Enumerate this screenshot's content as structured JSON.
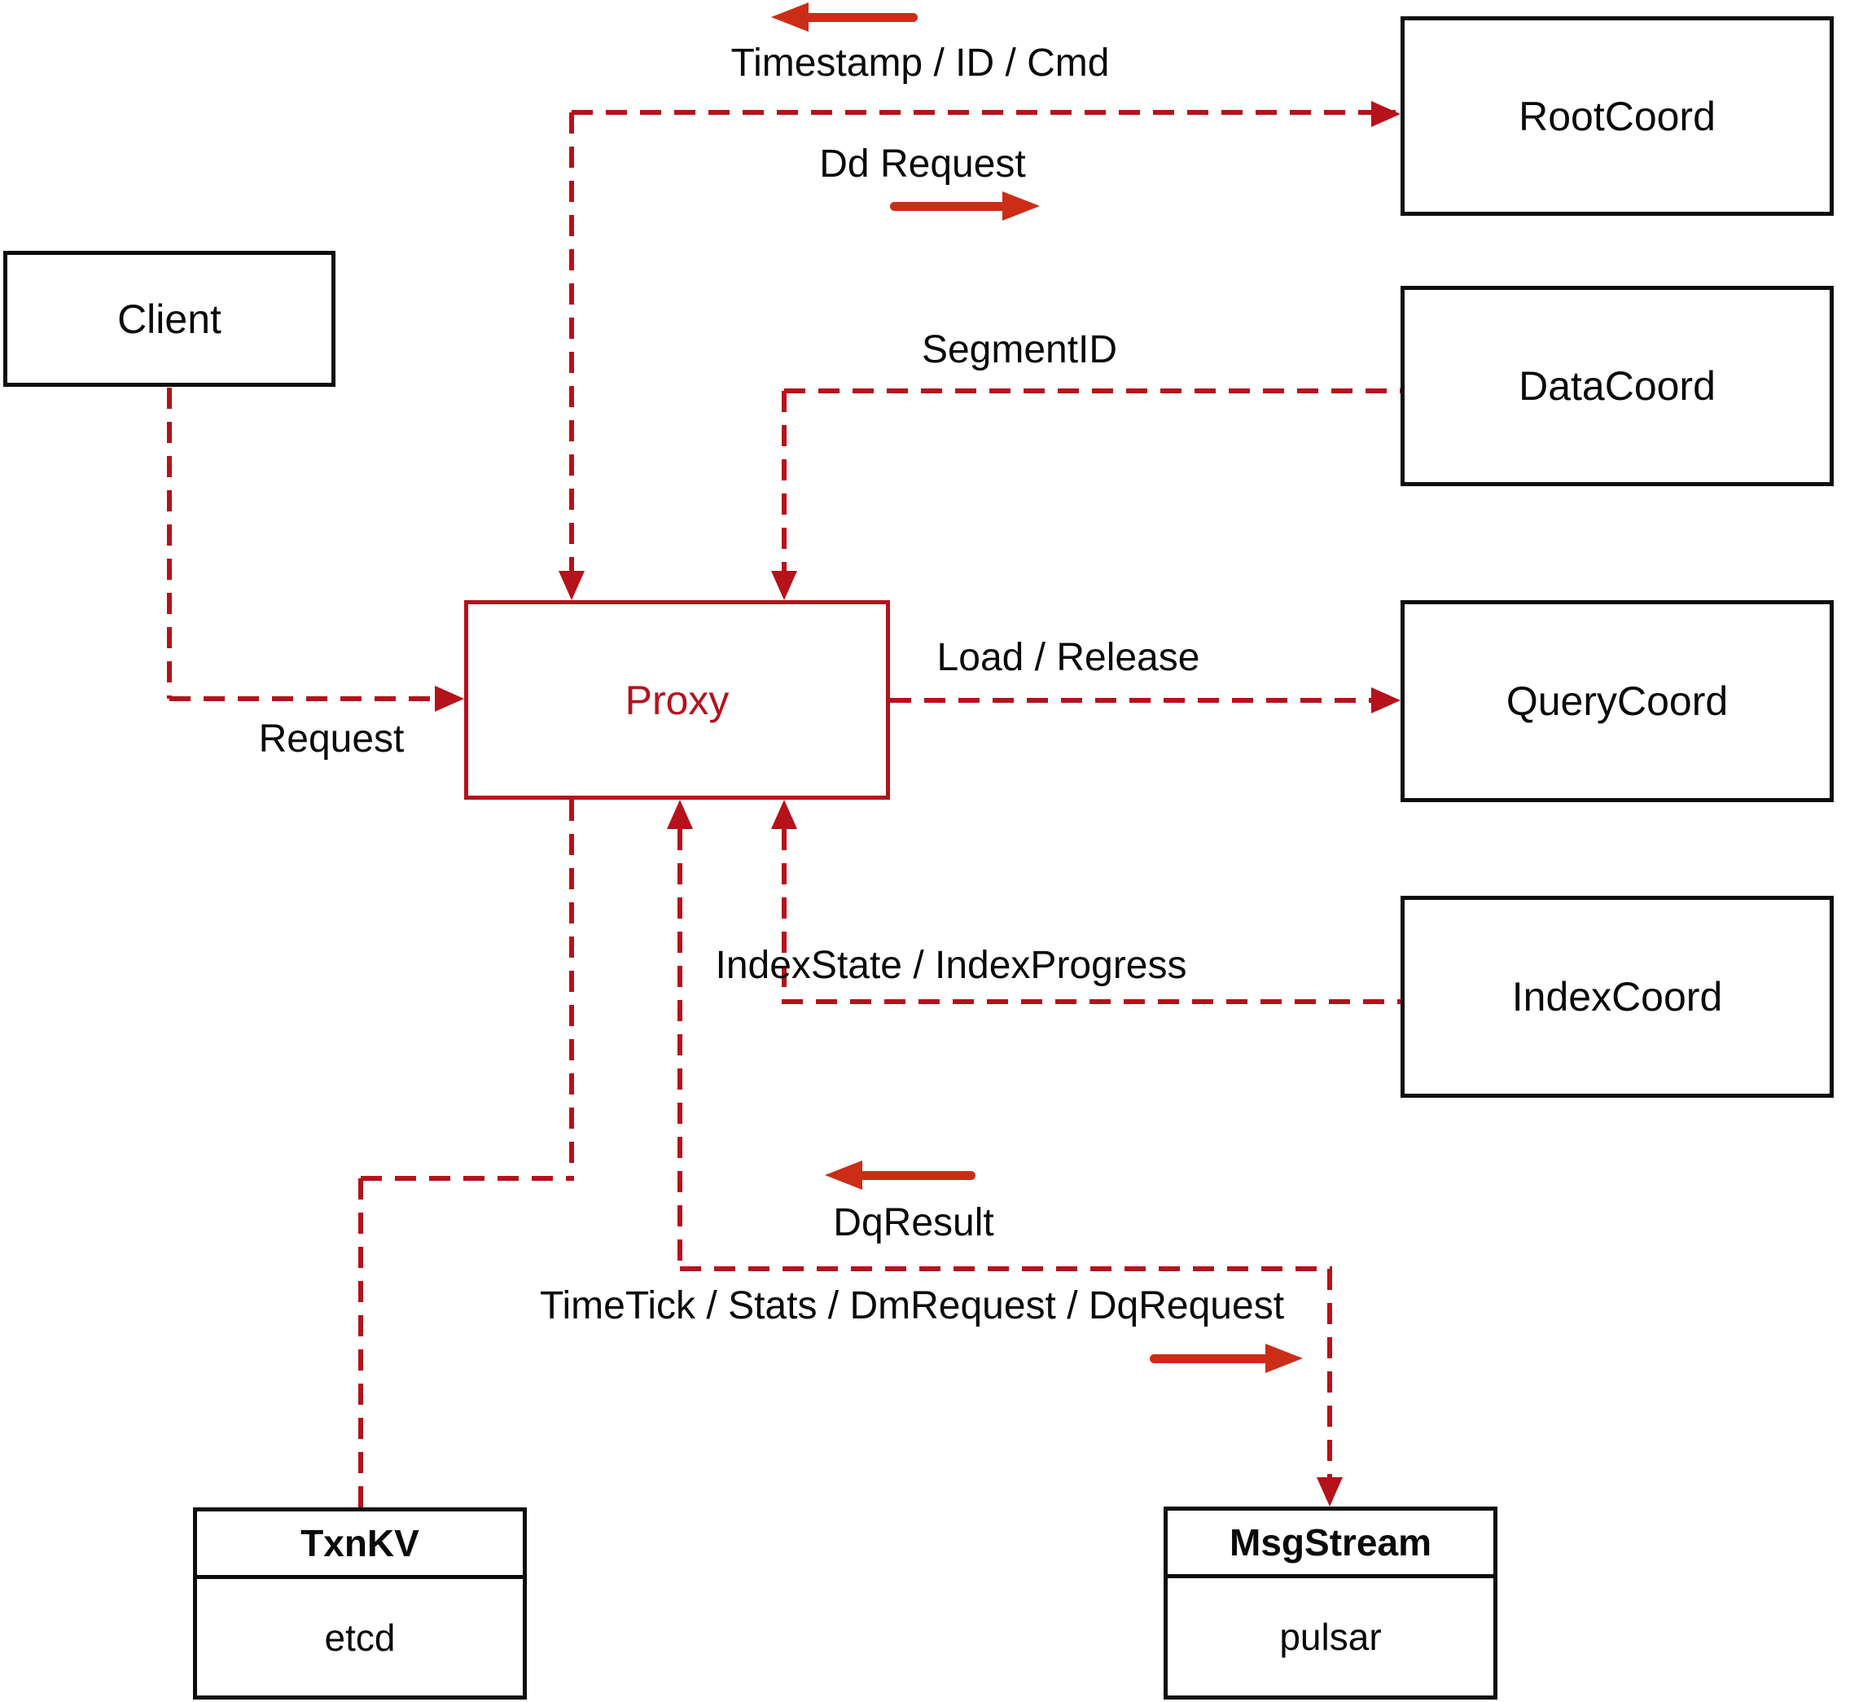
{
  "diagram": {
    "title": "Proxy interaction architecture",
    "colors": {
      "dashed_line": "#b5121b",
      "solid_arrow": "#cc2d16",
      "box_border": "#0d0d0d",
      "proxy_accent": "#b5121b"
    },
    "nodes": {
      "client": {
        "label": "Client"
      },
      "proxy": {
        "label": "Proxy"
      },
      "root_coord": {
        "label": "RootCoord"
      },
      "data_coord": {
        "label": "DataCoord"
      },
      "query_coord": {
        "label": "QueryCoord"
      },
      "index_coord": {
        "label": "IndexCoord"
      },
      "txn_kv": {
        "title": "TxnKV",
        "impl": "etcd"
      },
      "msg_stream": {
        "title": "MsgStream",
        "impl": "pulsar"
      }
    },
    "edge_labels": {
      "timestamp": "Timestamp / ID / Cmd",
      "dd_request": "Dd Request",
      "segment_id": "SegmentID",
      "request": "Request",
      "load_release": "Load / Release",
      "index_state": "IndexState / IndexProgress",
      "dq_result": "DqResult",
      "time_tick": "TimeTick / Stats / DmRequest / DqRequest"
    }
  }
}
